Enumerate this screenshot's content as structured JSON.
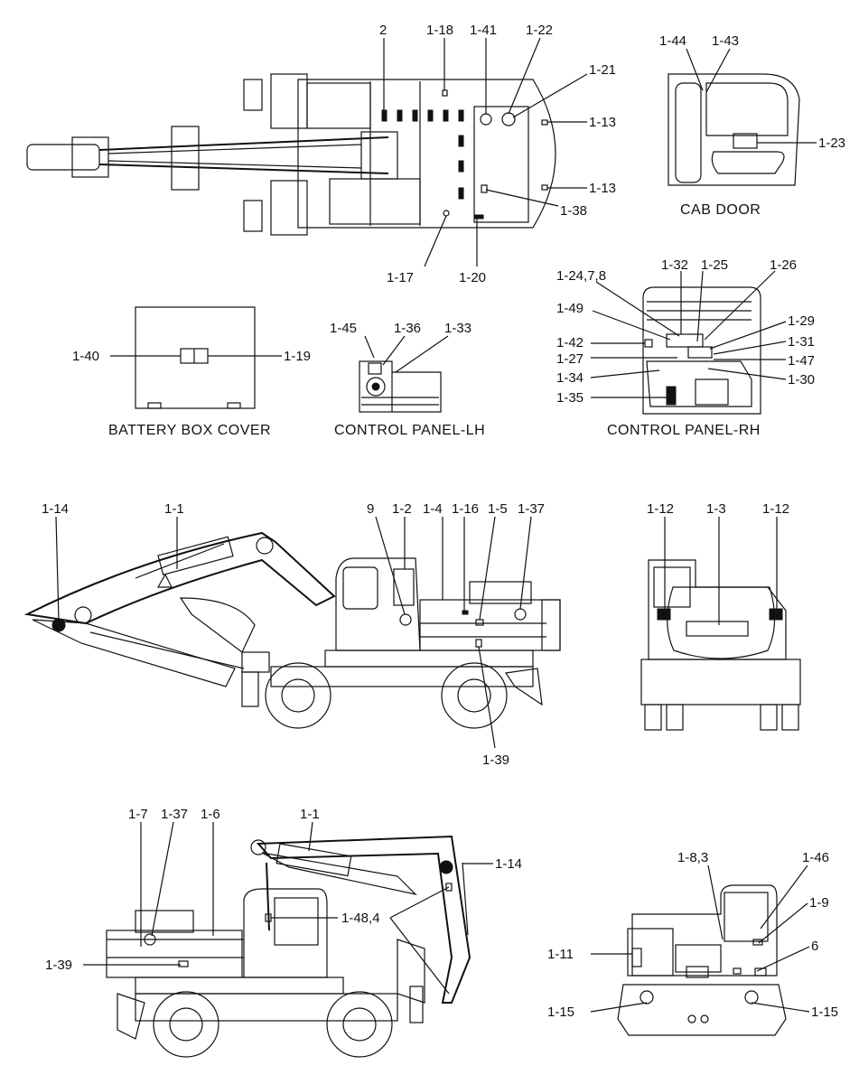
{
  "views": {
    "top": {
      "labels": [
        "2",
        "1-18",
        "1-41",
        "1-22",
        "1-21",
        "1-13",
        "1-13",
        "1-38",
        "1-17",
        "1-20"
      ]
    },
    "cab_door": {
      "caption": "CAB DOOR",
      "labels": [
        "1-44",
        "1-43",
        "1-23"
      ]
    },
    "battery_box_cover": {
      "caption": "BATTERY BOX COVER",
      "labels": [
        "1-40",
        "1-19"
      ]
    },
    "control_panel_lh": {
      "caption": "CONTROL PANEL-LH",
      "labels": [
        "1-45",
        "1-36",
        "1-33"
      ]
    },
    "control_panel_rh": {
      "caption": "CONTROL PANEL-RH",
      "labels": [
        "1-24,7,8",
        "1-32",
        "1-25",
        "1-26",
        "1-49",
        "1-29",
        "1-42",
        "1-31",
        "1-27",
        "1-47",
        "1-34",
        "1-30",
        "1-35"
      ]
    },
    "left_side": {
      "labels": [
        "1-14",
        "1-1",
        "9",
        "1-2",
        "1-4",
        "1-16",
        "1-5",
        "1-37",
        "1-39"
      ]
    },
    "rear": {
      "labels": [
        "1-12",
        "1-3",
        "1-12"
      ]
    },
    "right_side": {
      "labels": [
        "1-7",
        "1-37",
        "1-6",
        "1-1",
        "1-14",
        "1-48,4",
        "1-39"
      ]
    },
    "front": {
      "labels": [
        "1-8,3",
        "1-46",
        "1-9",
        "6",
        "1-11",
        "1-15",
        "1-15"
      ]
    }
  }
}
